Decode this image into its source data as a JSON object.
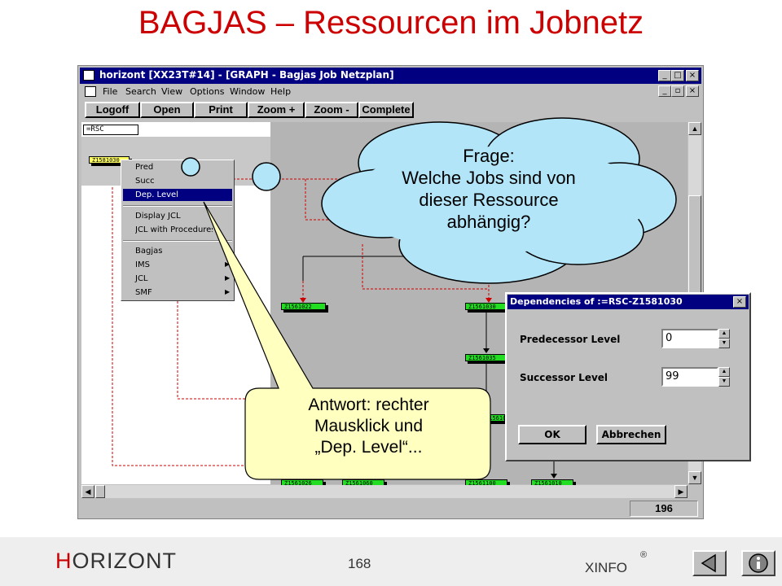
{
  "slide": {
    "title": "BAGJAS – Ressourcen im Jobnetz",
    "footer": {
      "brand": "HORIZONT",
      "page": "168",
      "xinfo": "XINFO",
      "registered": "®"
    }
  },
  "app": {
    "title": "horizont [XX23T#14] - [GRAPH - Bagjas Job Netzplan]",
    "menu": [
      "File",
      "Search",
      "View",
      "Options",
      "Window",
      "Help"
    ],
    "toolbar": [
      "Logoff",
      "Open",
      "Print",
      "Zoom +",
      "Zoom -",
      "Complete"
    ],
    "search_value": "=RSC",
    "status_value": "196",
    "selected_node": "Z1581030",
    "nodes": [
      "Z1561022",
      "Z1561030",
      "Z1561035",
      "Z1561026",
      "Z1561060",
      "Z1561100",
      "Z1561010",
      "Z1561050"
    ]
  },
  "context_menu": {
    "items": [
      "Pred",
      "Succ",
      "Dep. Level",
      "Display JCL",
      "JCL with Procedures",
      "Bagjas",
      "IMS",
      "JCL",
      "SMF"
    ],
    "selected": "Dep. Level"
  },
  "cloud": {
    "text": "Frage:\nWelche Jobs sind von\ndieser Ressource\nabhängig?"
  },
  "callout": {
    "text": "Antwort: rechter\nMausklick und\n„Dep. Level“..."
  },
  "dialog": {
    "title": "Dependencies of :=RSC-Z1581030",
    "predecessor_label": "Predecessor Level",
    "predecessor_value": "0",
    "successor_label": "Successor Level",
    "successor_value": "99",
    "ok": "OK",
    "cancel": "Abbrechen"
  },
  "colors": {
    "title": "#cc0000",
    "node": "#22dd22",
    "titlebar": "#000080",
    "cloud": "#b3e5f8",
    "callout": "#ffffc0"
  }
}
